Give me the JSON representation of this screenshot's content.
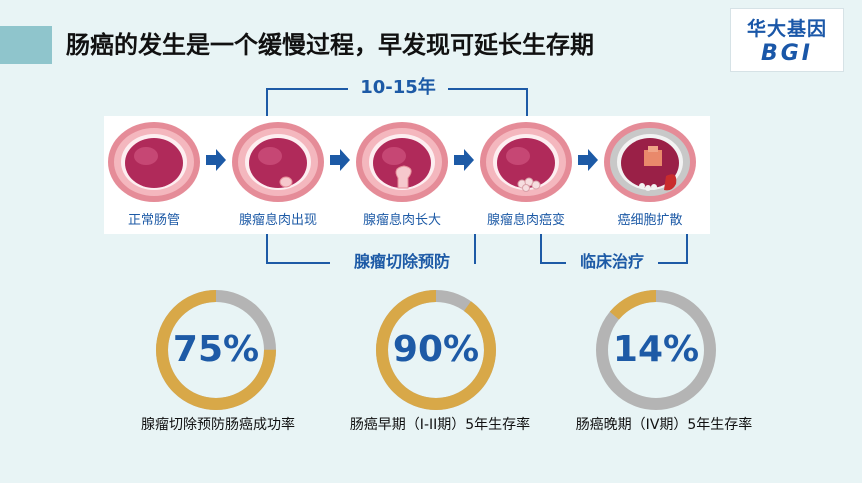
{
  "header": {
    "title": "肠癌的发生是一个缓慢过程，早发现可延长生存期",
    "logo_cn": "华大基因",
    "logo_en": "BGI"
  },
  "timeline": {
    "years_label": "10-15年",
    "prevention_label": "腺瘤切除预防",
    "treatment_label": "临床治疗"
  },
  "stages": [
    {
      "label": "正常肠管",
      "icon": "normal-colon-icon"
    },
    {
      "label": "腺瘤息肉出现",
      "icon": "small-polyp-icon"
    },
    {
      "label": "腺瘤息肉长大",
      "icon": "large-polyp-icon"
    },
    {
      "label": "腺瘤息肉癌变",
      "icon": "cancerous-polyp-icon"
    },
    {
      "label": "癌细胞扩散",
      "icon": "cancer-spread-icon"
    }
  ],
  "stats": [
    {
      "value": "75%",
      "fraction": 0.75,
      "caption": "腺瘤切除预防肠癌成功率"
    },
    {
      "value": "90%",
      "fraction": 0.9,
      "caption": "肠癌早期（I-II期）5年生存率"
    },
    {
      "value": "14%",
      "fraction": 0.14,
      "caption": "肠癌晚期（IV期）5年生存率"
    }
  ],
  "colors": {
    "accent_blue": "#1d5aa6",
    "donut_fill": "#d8a848",
    "donut_track": "#b4b4b4",
    "tissue_pink": "#e58c98",
    "lumen_dark": "#b02a5a"
  }
}
